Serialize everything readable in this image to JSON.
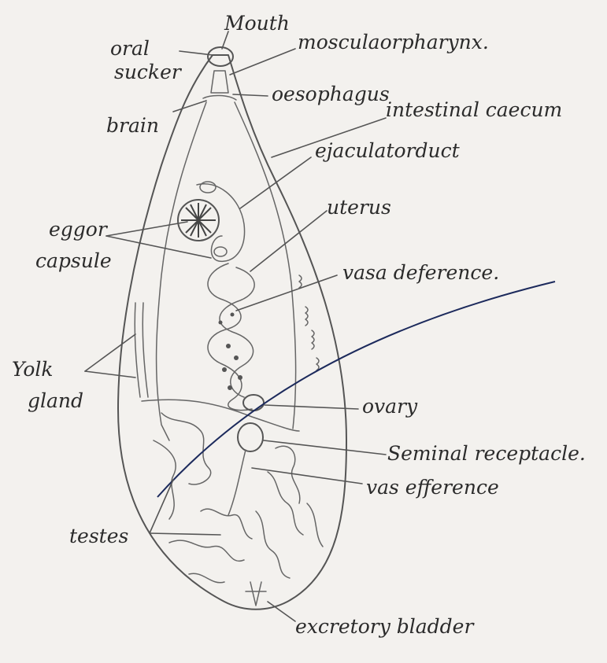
{
  "diagram": {
    "labels": {
      "mouth": "Mouth",
      "oral_sucker_1": "oral",
      "oral_sucker_2": "sucker",
      "muscular_pharynx": "mosculaorpharynx.",
      "oesophagus": "oesophagus",
      "intestinal_caecum": "intestinal caecum",
      "brain": "brain",
      "ejaculatory_duct": "ejaculatorduct",
      "uterus": "uterus",
      "eggs_or_1": "eggor",
      "eggs_or_2": "capsule",
      "vasa_deferentia": "vasa deference.",
      "yolk_gland_1": "Yolk",
      "yolk_gland_2": "gland",
      "ovary": "ovary",
      "seminal_receptacle": "Seminal receptacle.",
      "vas_efferens": "vas efference",
      "testes": "testes",
      "excretory_bladder": "excretory bladder"
    },
    "colors": {
      "paper": "#f3f1ee",
      "pencil": "#555555",
      "text": "#2b2b2b",
      "pen_line": "#1c2a5c"
    }
  }
}
